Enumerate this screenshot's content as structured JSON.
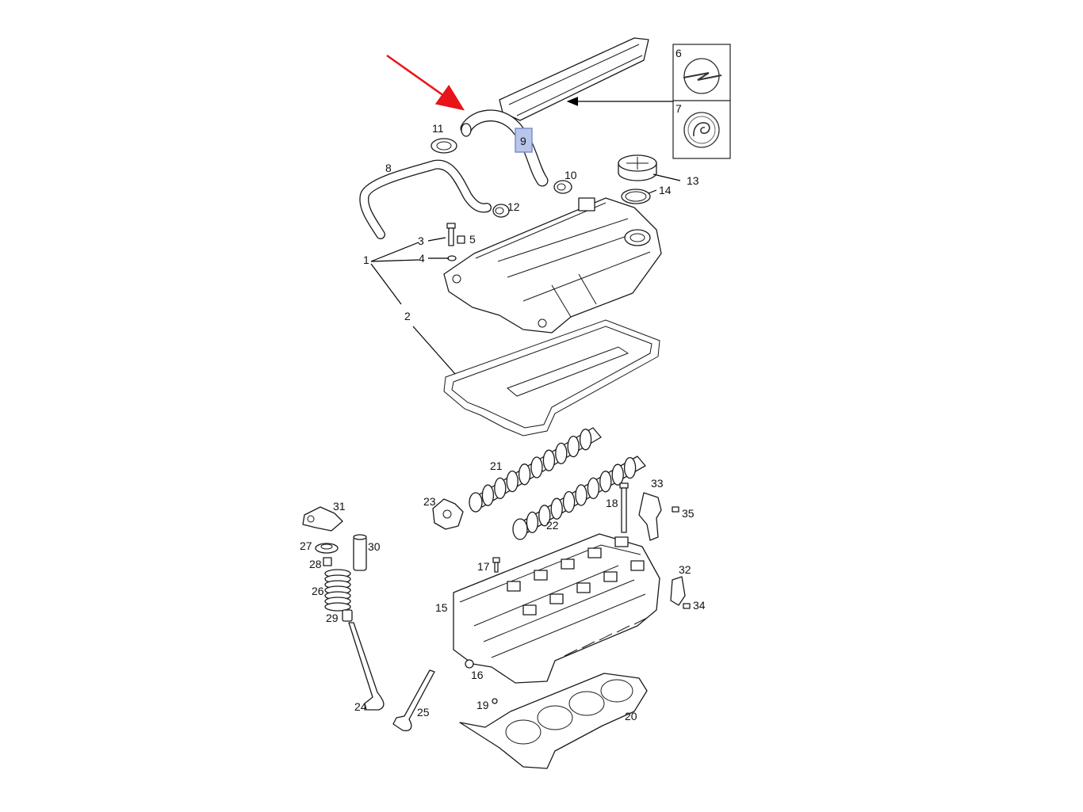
{
  "callouts": [
    "1",
    "2",
    "3",
    "4",
    "5",
    "6",
    "7",
    "8",
    "9",
    "10",
    "11",
    "12",
    "13",
    "14",
    "15",
    "16",
    "17",
    "18",
    "19",
    "20",
    "21",
    "22",
    "23",
    "24",
    "25",
    "26",
    "27",
    "28",
    "29",
    "30",
    "31",
    "32",
    "33",
    "34",
    "35"
  ],
  "highlighted_part": "9",
  "colors": {
    "highlight_fill": "#b9c6ea",
    "highlight_stroke": "#7d8fd0",
    "pointer_arrow": "#e8141a",
    "line": "#1a1a1a"
  }
}
